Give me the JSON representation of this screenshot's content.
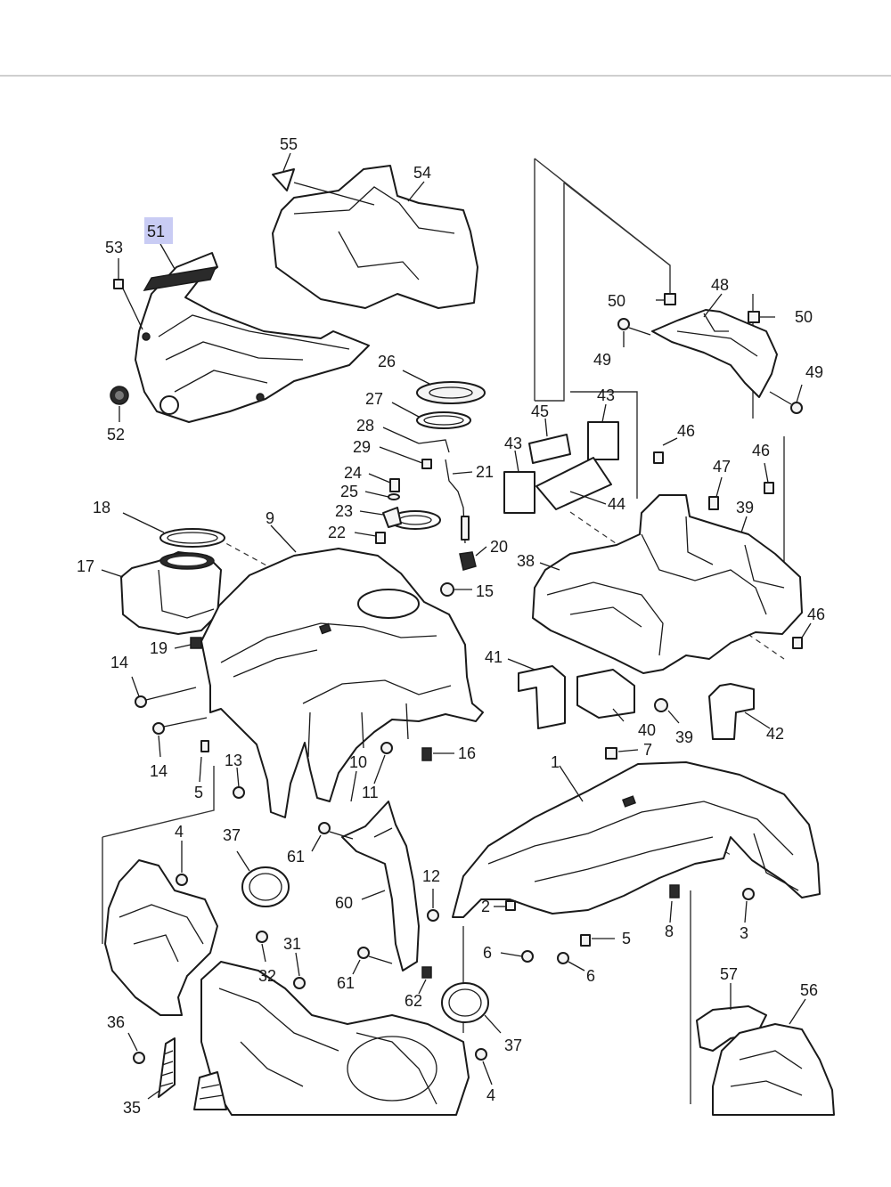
{
  "labels": {
    "p55": "55",
    "p54": "54",
    "p51": "51",
    "p53": "53",
    "p52": "52",
    "p50a": "50",
    "p50b": "50",
    "p48": "48",
    "p49a": "49",
    "p49b": "49",
    "p26": "26",
    "p27": "27",
    "p28": "28",
    "p29": "29",
    "p21": "21",
    "p24": "24",
    "p25": "25",
    "p23": "23",
    "p22": "22",
    "p20": "20",
    "p45": "45",
    "p43a": "43",
    "p43b": "43",
    "p44": "44",
    "p46a": "46",
    "p46b": "46",
    "p46c": "46",
    "p47": "47",
    "p39a": "39",
    "p39b": "39",
    "p18": "18",
    "p17": "17",
    "p19": "19",
    "p9": "9",
    "p15": "15",
    "p38": "38",
    "p41": "41",
    "p40": "40",
    "p42": "42",
    "p14a": "14",
    "p14b": "14",
    "p16": "16",
    "p5a": "5",
    "p5b": "5",
    "p13": "13",
    "p10": "10",
    "p11": "11",
    "p7": "7",
    "p1": "1",
    "p4a": "4",
    "p4b": "4",
    "p37a": "37",
    "p37b": "37",
    "p61a": "61",
    "p61b": "61",
    "p60": "60",
    "p12": "12",
    "p2": "2",
    "p6a": "6",
    "p6b": "6",
    "p8": "8",
    "p3": "3",
    "p31": "31",
    "p32": "32",
    "p62": "62",
    "p36": "36",
    "p35": "35",
    "p57": "57",
    "p56": "56"
  },
  "highlight": {
    "part": "51",
    "color": "#c9ccf4"
  }
}
